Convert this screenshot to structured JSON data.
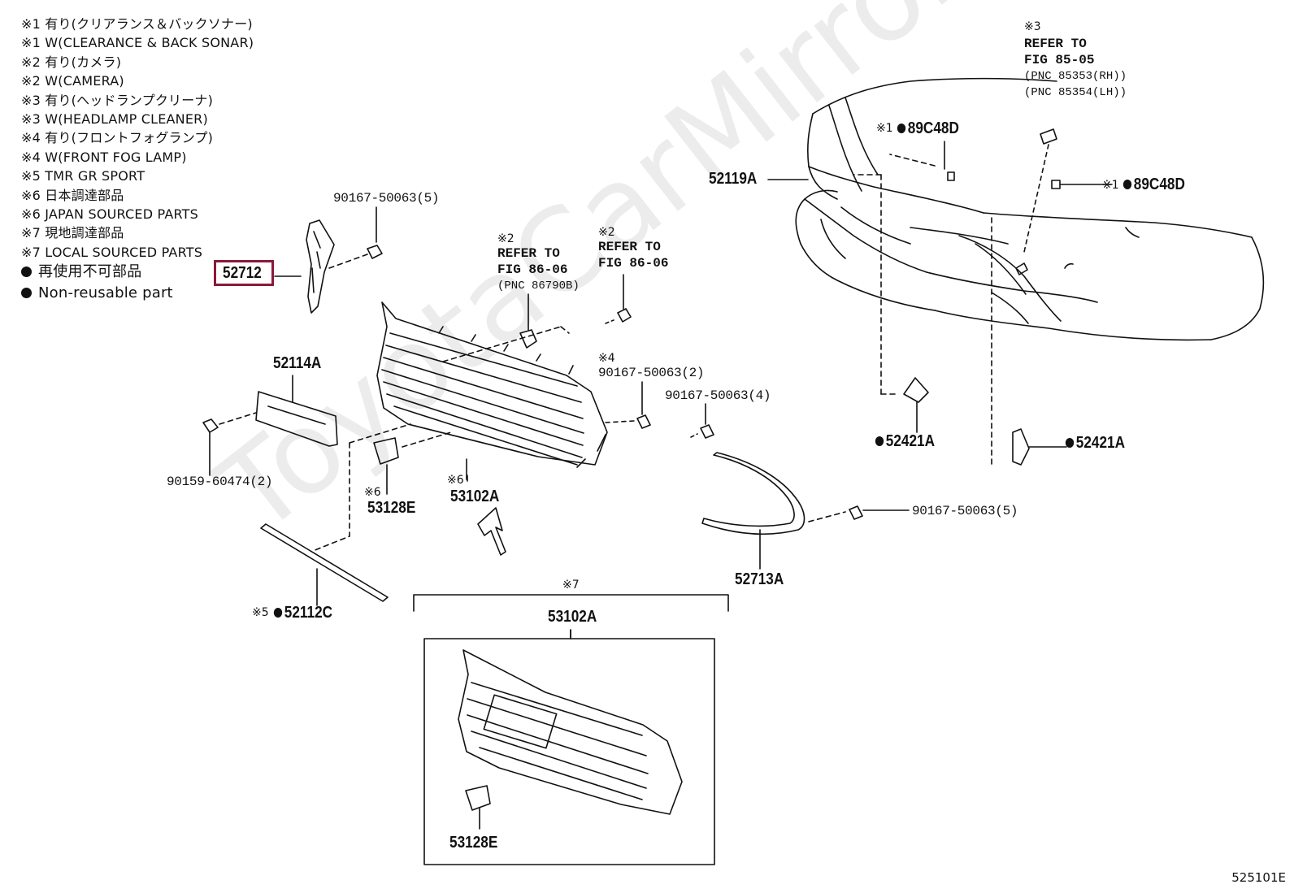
{
  "legend": [
    "※1 有り(クリアランス＆バックソナー)",
    "※1 W(CLEARANCE & BACK SONAR)",
    "※2 有り(カメラ)",
    "※2 W(CAMERA)",
    "※3 有り(ヘッドランプクリーナ)",
    "※3 W(HEADLAMP CLEANER)",
    "※4 有り(フロントフォグランプ)",
    "※4 W(FRONT FOG LAMP)",
    "※5 TMR GR SPORT",
    "※6 日本調達部品",
    "※6 JAPAN SOURCED PARTS",
    "※7 現地調達部品",
    "※7 LOCAL SOURCED PARTS"
  ],
  "legend_nonreusable_jp": "再使用不可部品",
  "legend_nonreusable_en": "Non-reusable part",
  "highlight_part": "52712",
  "parts": {
    "p52119A": "52119A",
    "p89C48D_top": "89C48D",
    "p89C48D_right": "89C48D",
    "p52421A_left": "52421A",
    "p52421A_right": "52421A",
    "p52114A": "52114A",
    "p53128E": "53128E",
    "p53102A": "53102A",
    "p52112C": "52112C",
    "p52713A": "52713A",
    "p53102A_box": "53102A",
    "p53128E_box": "53128E"
  },
  "notes": {
    "n1_top": "※1",
    "n1_right": "※1",
    "n6_53128E": "※6",
    "n6_53102A": "※6",
    "n5": "※5",
    "n7": "※7",
    "n4": "※4",
    "n2_a": "※2",
    "n2_b": "※2",
    "n3": "※3"
  },
  "bolts": {
    "b1": "90167-50063(5)",
    "b2": "90167-50063(2)",
    "b3": "90167-50063(4)",
    "b4": "90159-60474(2)",
    "b5": "90167-50063(5)"
  },
  "refs": {
    "r1_l1": "REFER TO",
    "r1_l2": "FIG 86-06",
    "r1_pnc": "(PNC 86790B)",
    "r2_l1": "REFER TO",
    "r2_l2": "FIG 86-06",
    "r3_l1": "REFER TO",
    "r3_l2": "FIG 85-05",
    "r3_pnc1": "(PNC 85353(RH))",
    "r3_pnc2": "(PNC 85354(LH))"
  },
  "watermark": "ToyotaCarMirror.ru",
  "figure_number": "525101E"
}
